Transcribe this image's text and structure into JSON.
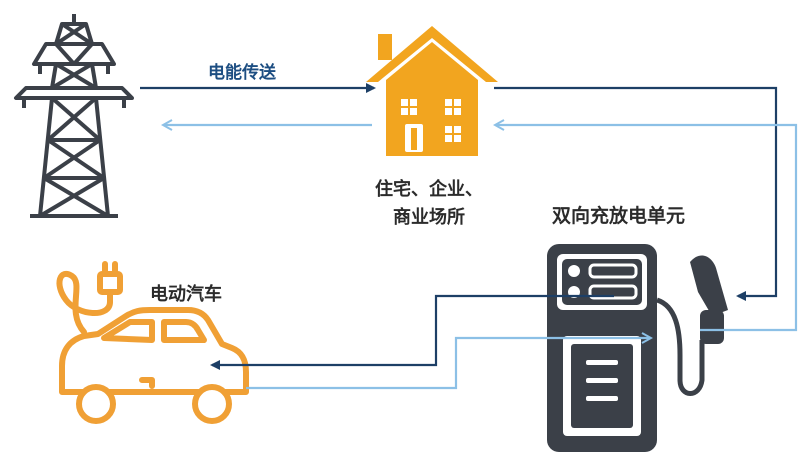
{
  "labels": {
    "energy_transfer": "电能传送",
    "home_line1": "住宅、企业、",
    "home_line2": "商业场所",
    "bidirectional_unit": "双向充放电单元",
    "electric_vehicle": "电动汽车"
  },
  "colors": {
    "dark_gray": "#3b4048",
    "orange": "#f2a51f",
    "car_orange": "#f0a035",
    "dark_arrow": "#1d3f66",
    "light_arrow": "#8cc0e6",
    "text_blue": "#1d4e82"
  },
  "icons": [
    "power-tower-icon",
    "house-icon",
    "charger-unit-icon",
    "electric-car-icon"
  ]
}
